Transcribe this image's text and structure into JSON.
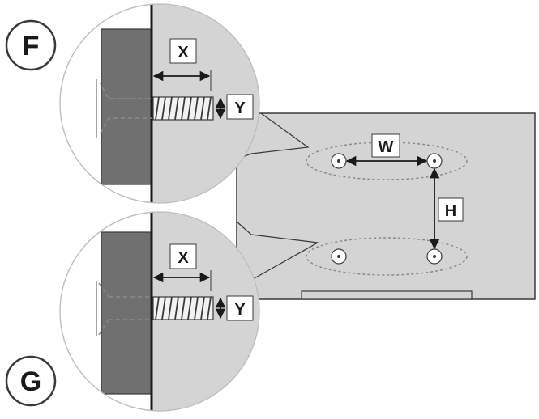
{
  "callouts": {
    "top": {
      "letter": "F",
      "depth_label": "X",
      "diameter_label": "Y"
    },
    "bottom": {
      "letter": "G",
      "depth_label": "X",
      "diameter_label": "Y"
    }
  },
  "panel": {
    "width_label": "W",
    "height_label": "H"
  },
  "colors": {
    "panel_fill": "#d4d4d4",
    "bracket_fill": "#707070",
    "outline": "#3a3a3a",
    "dashes": "#8a8a8a"
  }
}
